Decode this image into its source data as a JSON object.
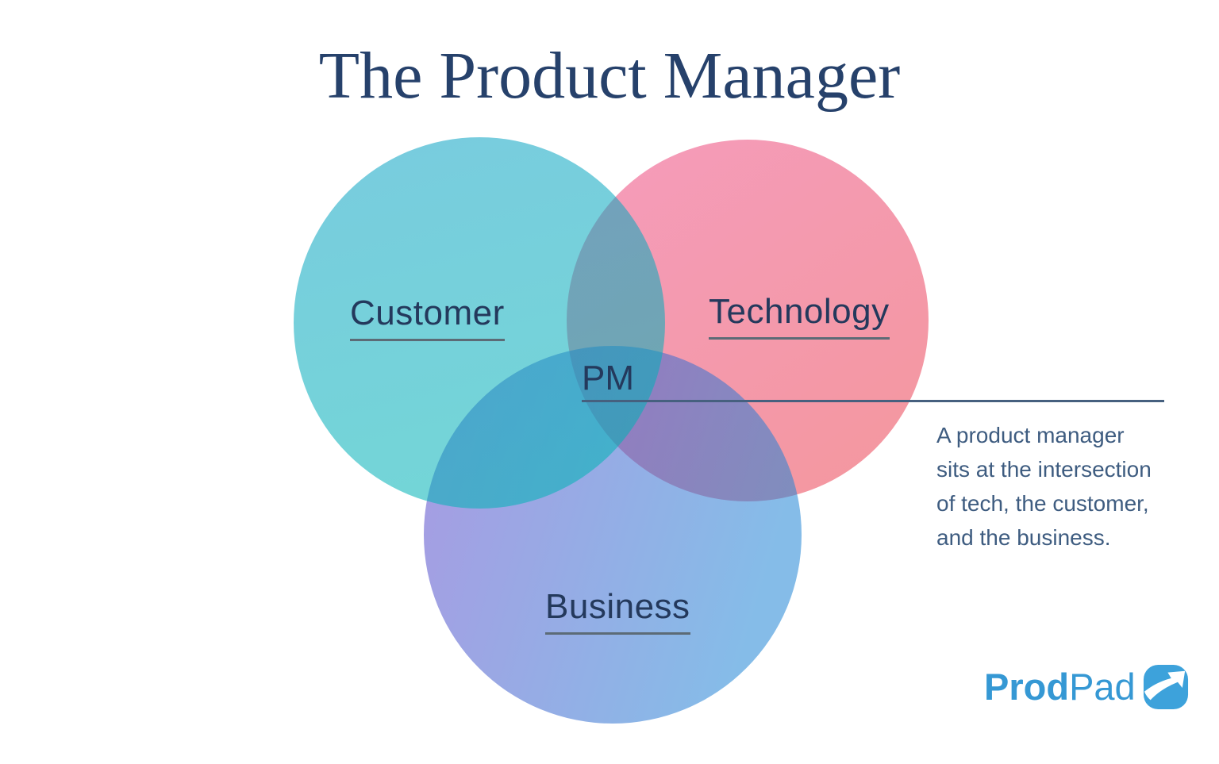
{
  "title": "The Product Manager",
  "venn": {
    "center_label": "PM",
    "circles": [
      {
        "id": "customer",
        "label": "Customer",
        "color_start": "#0AA1C4",
        "color_end": "#00B3B6"
      },
      {
        "id": "technology",
        "label": "Technology",
        "color_start": "#ED4B85",
        "color_end": "#EA4253"
      },
      {
        "id": "business",
        "label": "Business",
        "color_start": "#6147CA",
        "color_end": "#2185D5"
      }
    ]
  },
  "callout": {
    "lines": [
      "A product manager",
      "sits at the intersection",
      "of tech, the customer,",
      "and the business."
    ]
  },
  "logo": {
    "text_bold": "Prod",
    "text_light": "Pad",
    "icon": "arrow-up-right-icon"
  },
  "theme": {
    "title_navy": "#26416B",
    "label_navy": "#24395C",
    "underline_gray": "#5C6B76",
    "callout_line": "#46607F",
    "caption_blue": "#3E5C80",
    "logo_blue": "#3598D4",
    "icon_blue": "#3DA2DB"
  }
}
